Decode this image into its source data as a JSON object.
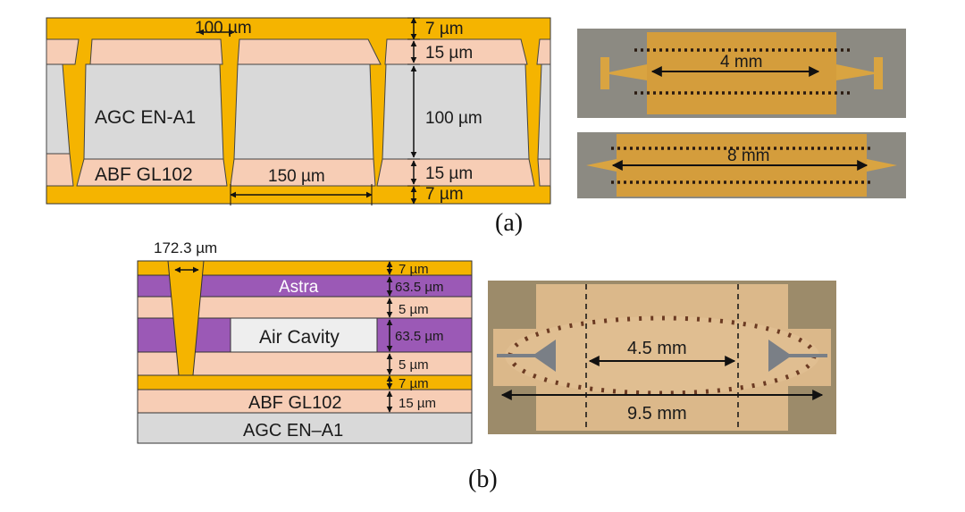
{
  "panel_a": {
    "caption": "(a)",
    "dims": {
      "via_pitch": "100 µm",
      "top_cu": "7 µm",
      "top_abf": "15 µm",
      "core": "100 µm",
      "bottom_abf": "15 µm",
      "bottom_cu": "7 µm",
      "spacing": "150 µm"
    },
    "layers": {
      "core": "AGC EN-A1",
      "buildup": "ABF GL102"
    },
    "photo_top_length": "4 mm",
    "photo_bottom_length": "8 mm"
  },
  "panel_b": {
    "caption": "(b)",
    "via_width": "172.3 µm",
    "dims": [
      "7 µm",
      "63.5 µm",
      "5 µm",
      "63.5 µm",
      "5 µm",
      "7 µm",
      "15 µm"
    ],
    "layers": {
      "astra": "Astra",
      "cavity": "Air Cavity",
      "abf": "ABF GL102",
      "core": "AGC EN–A1"
    },
    "photo_inner_length": "4.5 mm",
    "photo_outer_length": "9.5 mm"
  },
  "colors": {
    "copper": "#F5B400",
    "abf": "#F7CDB5",
    "core": "#D9D9D9",
    "astra": "#9B59B6",
    "photo_bg": "#8C8A82",
    "photo_board": "#D9A441"
  }
}
